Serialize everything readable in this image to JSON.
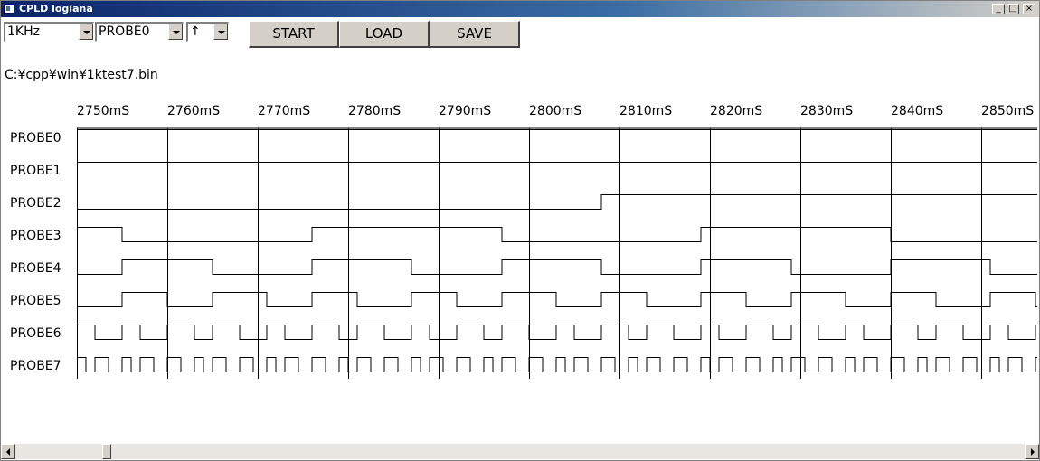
{
  "window": {
    "title": "CPLD logiana"
  },
  "toolbar": {
    "clock_select": "1KHz",
    "probe_select": "PROBE0",
    "edge_select": "↑",
    "start_label": "START",
    "load_label": "LOAD",
    "save_label": "SAVE"
  },
  "file_path": "C:¥cpp¥win¥1ktest7.bin",
  "chart_data": {
    "type": "timing",
    "x_unit": "mS",
    "time_range": [
      2750,
      2856
    ],
    "time_ticks": [
      "2750mS",
      "2760mS",
      "2770mS",
      "2780mS",
      "2790mS",
      "2800mS",
      "2810mS",
      "2820mS",
      "2830mS",
      "2840mS",
      "2850mS"
    ],
    "tick_values": [
      2750,
      2760,
      2770,
      2780,
      2790,
      2800,
      2810,
      2820,
      2830,
      2840,
      2850
    ],
    "probes": [
      {
        "name": "PROBE0",
        "initial": 1,
        "transitions": []
      },
      {
        "name": "PROBE1",
        "initial": 1,
        "transitions": []
      },
      {
        "name": "PROBE2",
        "initial": 0,
        "transitions": [
          2808
        ]
      },
      {
        "name": "PROBE3",
        "initial": 1,
        "transitions": [
          2755,
          2776,
          2797,
          2819,
          2840
        ]
      },
      {
        "name": "PROBE4",
        "initial": 0,
        "transitions": [
          2755,
          2765,
          2776,
          2787,
          2797,
          2808,
          2819,
          2829,
          2840,
          2851
        ]
      },
      {
        "name": "PROBE5",
        "initial": 0,
        "transitions": [
          2755,
          2760,
          2765,
          2771,
          2776,
          2781,
          2787,
          2792,
          2797,
          2803,
          2808,
          2813,
          2819,
          2824,
          2829,
          2835,
          2840,
          2845,
          2851,
          2856
        ]
      },
      {
        "name": "PROBE6",
        "initial": 1,
        "transitions": [
          2752,
          2755,
          2757,
          2760,
          2763,
          2765,
          2768,
          2771,
          2773,
          2776,
          2779,
          2781,
          2784,
          2787,
          2789,
          2792,
          2795,
          2797,
          2800,
          2803,
          2805,
          2808,
          2811,
          2813,
          2816,
          2819,
          2821,
          2824,
          2827,
          2829,
          2832,
          2835,
          2837,
          2840,
          2843,
          2845,
          2848,
          2851,
          2853,
          2856
        ]
      },
      {
        "name": "PROBE7",
        "initial": 1,
        "transitions": [
          2751,
          2752,
          2753.5,
          2755,
          2756,
          2757,
          2758.5,
          2760,
          2761.5,
          2763,
          2764,
          2765,
          2766.5,
          2768,
          2769.5,
          2771,
          2772,
          2773,
          2774.5,
          2776,
          2777.5,
          2779,
          2780,
          2781,
          2782.5,
          2784,
          2785.5,
          2787,
          2788,
          2789,
          2790.5,
          2792,
          2793.5,
          2795,
          2796,
          2797,
          2798.5,
          2800,
          2801.5,
          2803,
          2804,
          2805,
          2806.5,
          2808,
          2809.5,
          2811,
          2812,
          2813,
          2814.5,
          2816,
          2817.5,
          2819,
          2820,
          2821,
          2822.5,
          2824,
          2825.5,
          2827,
          2828,
          2829,
          2830.5,
          2832,
          2833.5,
          2835,
          2836,
          2837,
          2838.5,
          2840,
          2841.5,
          2843,
          2844,
          2845,
          2846.5,
          2848,
          2849.5,
          2851,
          2852,
          2853,
          2854.5,
          2856
        ]
      }
    ]
  }
}
